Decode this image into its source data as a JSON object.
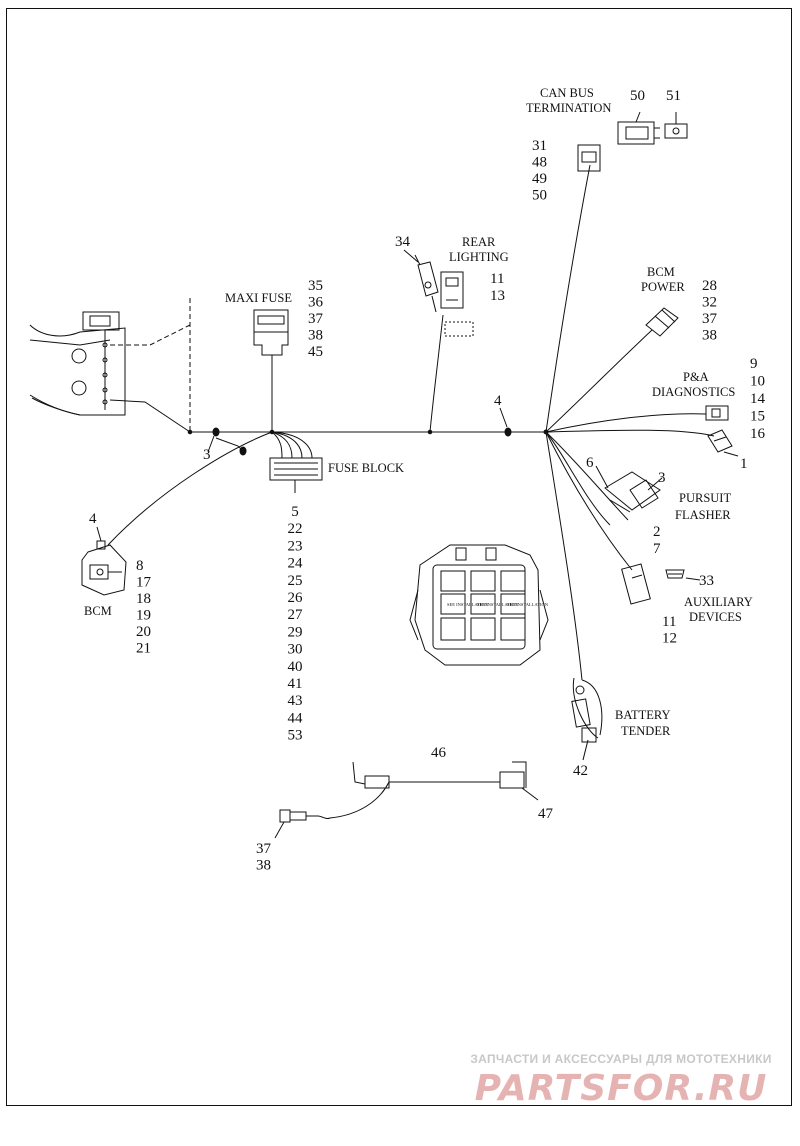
{
  "labels": {
    "can_bus_termination_1": "CAN BUS",
    "can_bus_termination_2": "TERMINATION",
    "rear_lighting_1": "REAR",
    "rear_lighting_2": "LIGHTING",
    "maxi_fuse": "MAXI FUSE",
    "bcm_power_1": "BCM",
    "bcm_power_2": "POWER",
    "pa_diagnostics_1": "P&A",
    "pa_diagnostics_2": "DIAGNOSTICS",
    "fuse_block": "FUSE BLOCK",
    "pursuit_flasher_1": "PURSUIT",
    "pursuit_flasher_2": "FLASHER",
    "auxiliary_devices_1": "AUXILIARY",
    "auxiliary_devices_2": "DEVICES",
    "bcm": "BCM",
    "battery_tender_1": "BATTERY",
    "battery_tender_2": "TENDER"
  },
  "callouts": {
    "can_bus_50": "50",
    "can_bus_51": "51",
    "can_conn": [
      "31",
      "48",
      "49",
      "50"
    ],
    "rear_34": "34",
    "rear_conn": [
      "11",
      "13"
    ],
    "maxi_fuse": [
      "35",
      "36",
      "37",
      "38",
      "45"
    ],
    "bcm_power": [
      "28",
      "32",
      "37",
      "38"
    ],
    "pa_diag": [
      "9",
      "10",
      "14",
      "15",
      "16"
    ],
    "pa_1": "1",
    "junction_4_top": "4",
    "junction_3": "3",
    "bcm_4": "4",
    "bcm": [
      "8",
      "17",
      "18",
      "19",
      "20",
      "21"
    ],
    "fuse_block": [
      "5",
      "22",
      "23",
      "24",
      "25",
      "26",
      "27",
      "29",
      "30",
      "40",
      "41",
      "43",
      "44",
      "53"
    ],
    "pursuit_6": "6",
    "pursuit_3": "3",
    "pursuit_2": "2",
    "pursuit_7": "7",
    "aux_33": "33",
    "aux_conn": [
      "11",
      "12"
    ],
    "battery_42": "42",
    "ext_46": "46",
    "ext_47": "47",
    "ext_end": [
      "37",
      "38"
    ]
  },
  "fuse_panel_labels": [
    "SEE INSTALLATION",
    "SEE INSTALLATION",
    "SEE INSTALLATION"
  ],
  "watermark": {
    "tagline": "ЗАПЧАСТИ И АКСЕССУАРЫ ДЛЯ МОТОТЕХНИКИ",
    "logo": "PARTSFOR.RU"
  }
}
